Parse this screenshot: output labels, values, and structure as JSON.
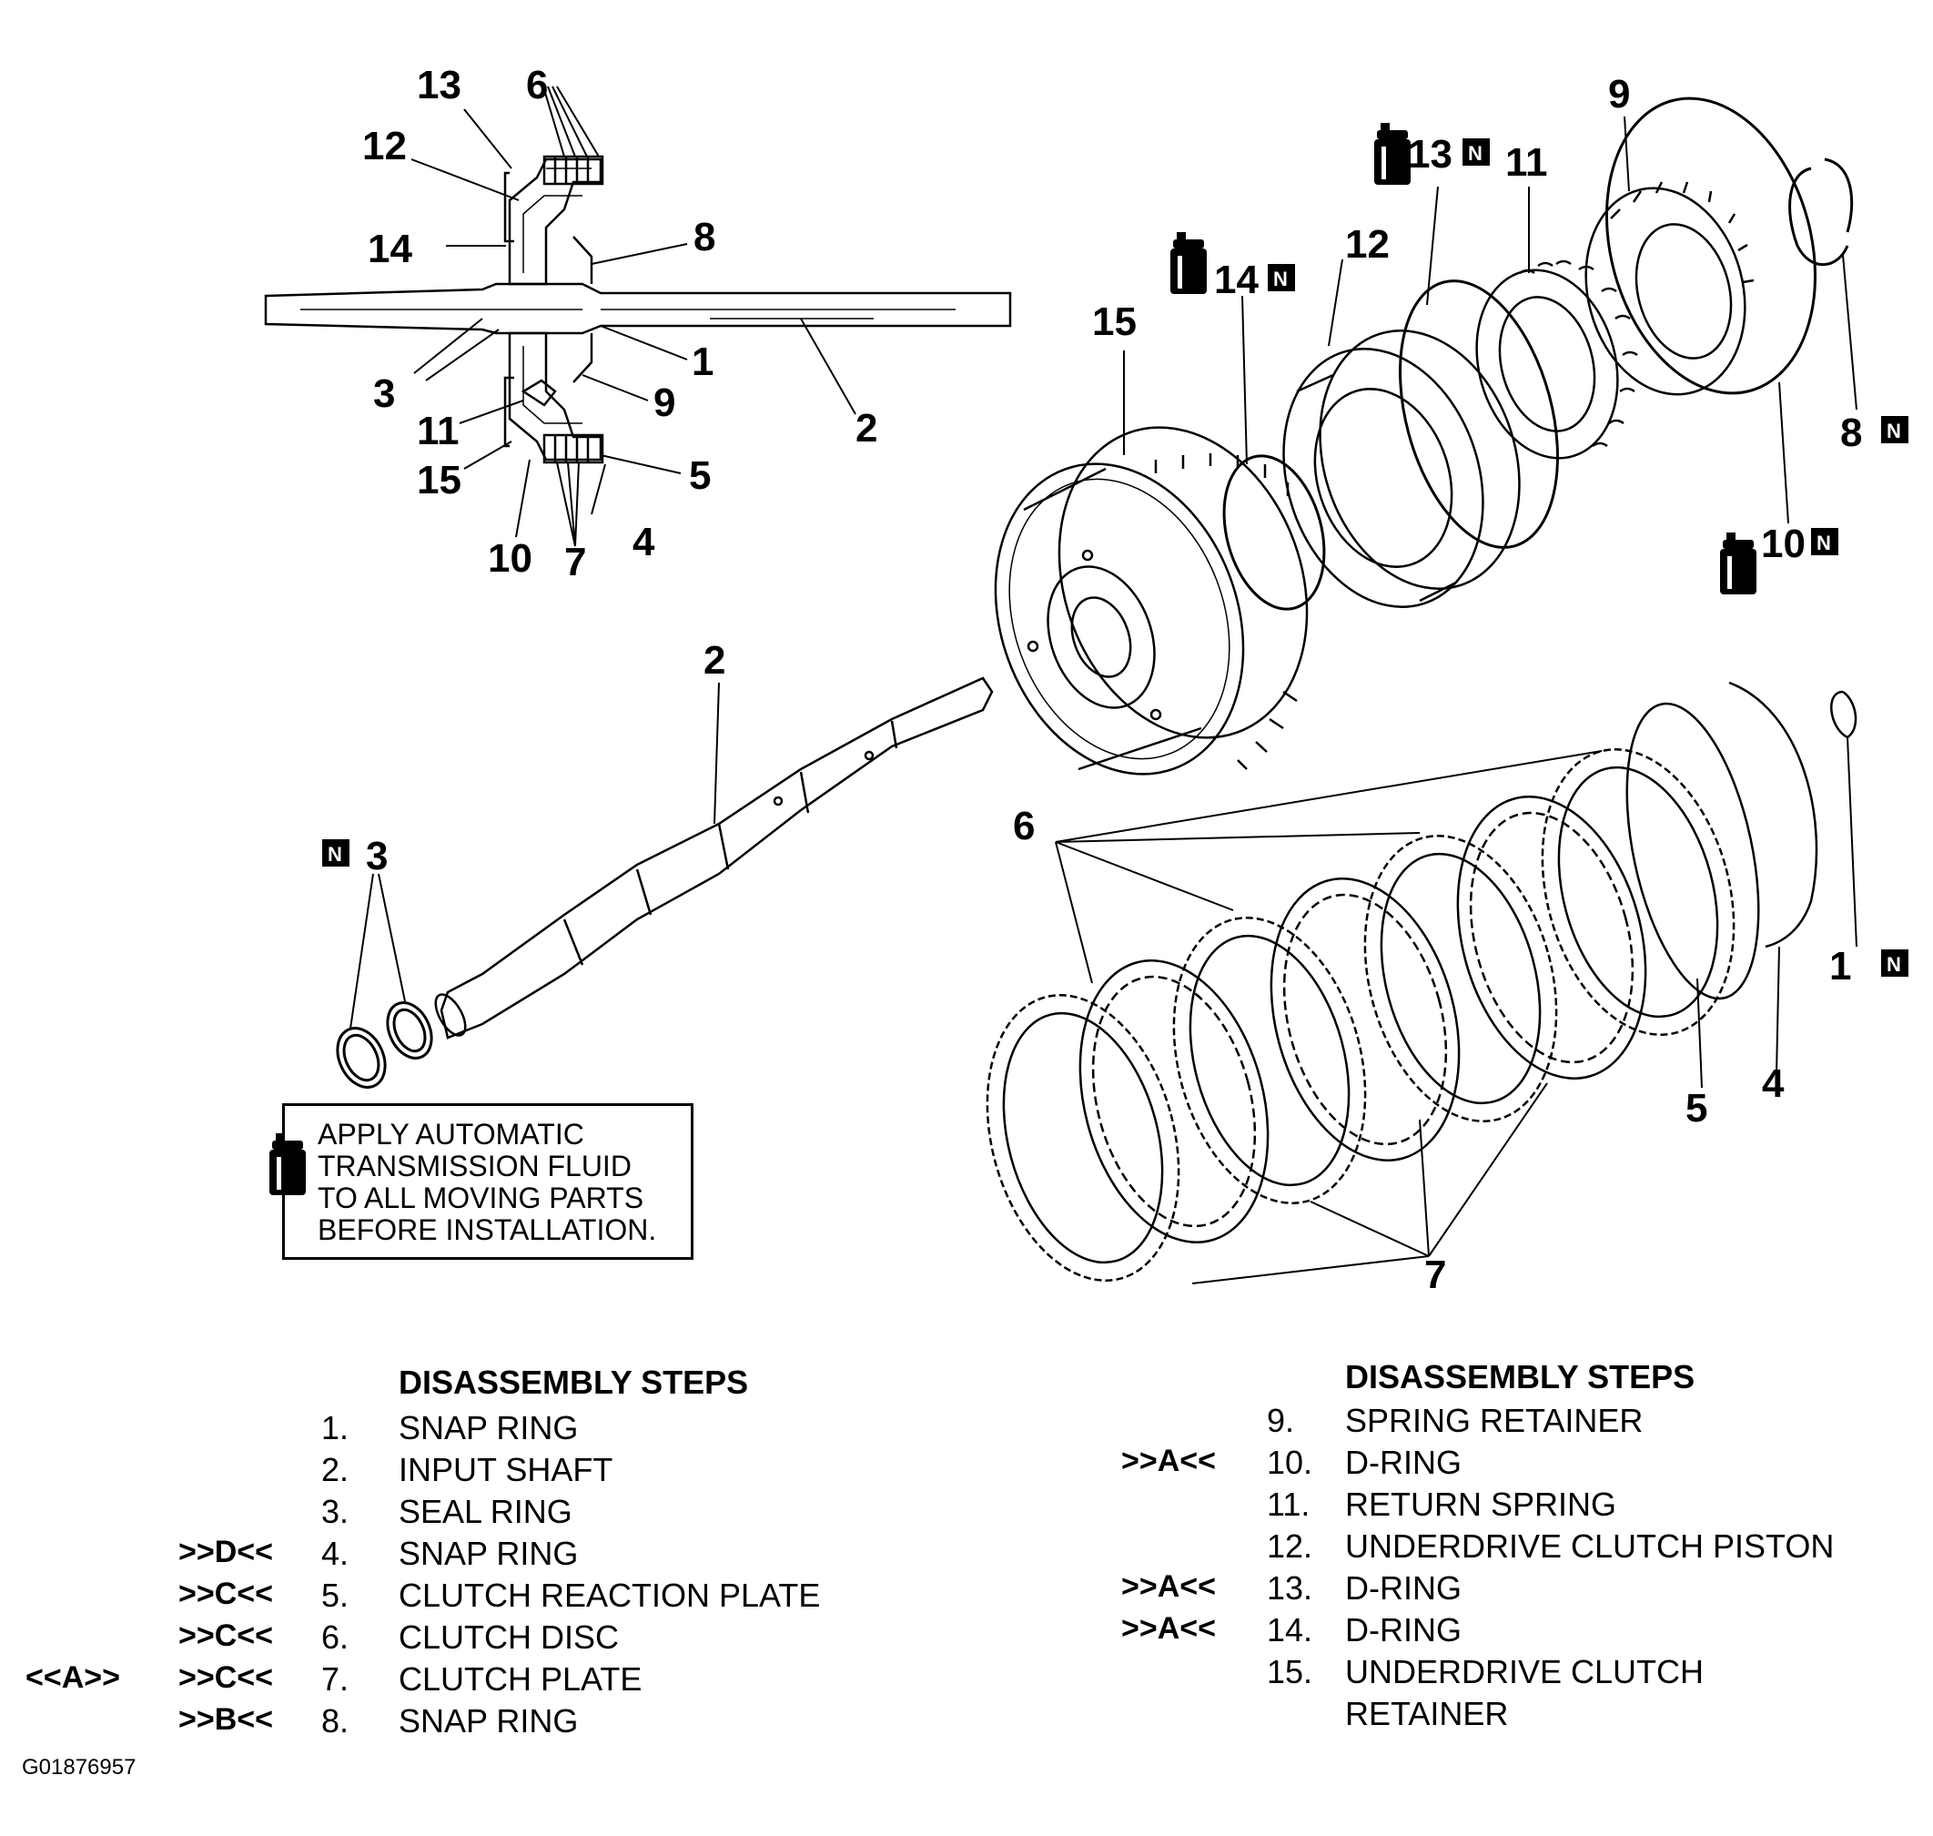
{
  "callouts": {
    "c13": "13",
    "c6": "6",
    "c12": "12",
    "c14": "14",
    "c8": "8",
    "c3": "3",
    "c1": "1",
    "c9": "9",
    "c2": "2",
    "c11": "11",
    "c15": "15",
    "c5": "5",
    "c4": "4",
    "c10": "10",
    "c7": "7",
    "e9": "9",
    "e13": "13",
    "e11": "11",
    "e12": "12",
    "e14": "14",
    "e15": "15",
    "e8": "8",
    "e10": "10",
    "e2": "2",
    "e3": "3",
    "e6": "6",
    "e1": "1",
    "e5": "5",
    "e4": "4",
    "e7": "7"
  },
  "n_badge": "N",
  "note": {
    "icon": "fluid-bottle-icon",
    "lines": [
      "APPLY AUTOMATIC",
      "TRANSMISSION FLUID",
      "TO ALL MOVING PARTS",
      "BEFORE INSTALLATION."
    ]
  },
  "steps_left": {
    "title": "DISASSEMBLY STEPS",
    "items": [
      {
        "pre": "",
        "ref": "",
        "num": "1.",
        "name": "SNAP RING"
      },
      {
        "pre": "",
        "ref": "",
        "num": "2.",
        "name": "INPUT SHAFT"
      },
      {
        "pre": "",
        "ref": "",
        "num": "3.",
        "name": "SEAL RING"
      },
      {
        "pre": "",
        "ref": ">>D<<",
        "num": "4.",
        "name": "SNAP RING"
      },
      {
        "pre": "",
        "ref": ">>C<<",
        "num": "5.",
        "name": "CLUTCH REACTION PLATE"
      },
      {
        "pre": "",
        "ref": ">>C<<",
        "num": "6.",
        "name": "CLUTCH DISC"
      },
      {
        "pre": "<<A>>",
        "ref": ">>C<<",
        "num": "7.",
        "name": "CLUTCH PLATE"
      },
      {
        "pre": "",
        "ref": ">>B<<",
        "num": "8.",
        "name": "SNAP RING"
      }
    ]
  },
  "steps_right": {
    "title": "DISASSEMBLY STEPS",
    "items": [
      {
        "ref": "",
        "num": "9.",
        "name": "SPRING RETAINER"
      },
      {
        "ref": ">>A<<",
        "num": "10.",
        "name": "D-RING"
      },
      {
        "ref": "",
        "num": "11.",
        "name": "RETURN SPRING"
      },
      {
        "ref": "",
        "num": "12.",
        "name": "UNDERDRIVE CLUTCH PISTON"
      },
      {
        "ref": ">>A<<",
        "num": "13.",
        "name": "D-RING"
      },
      {
        "ref": ">>A<<",
        "num": "14.",
        "name": "D-RING"
      },
      {
        "ref": "",
        "num": "15.",
        "name": "UNDERDRIVE CLUTCH"
      },
      {
        "ref": "",
        "num": "",
        "name": "RETAINER"
      }
    ]
  },
  "figure_id": "G01876957"
}
